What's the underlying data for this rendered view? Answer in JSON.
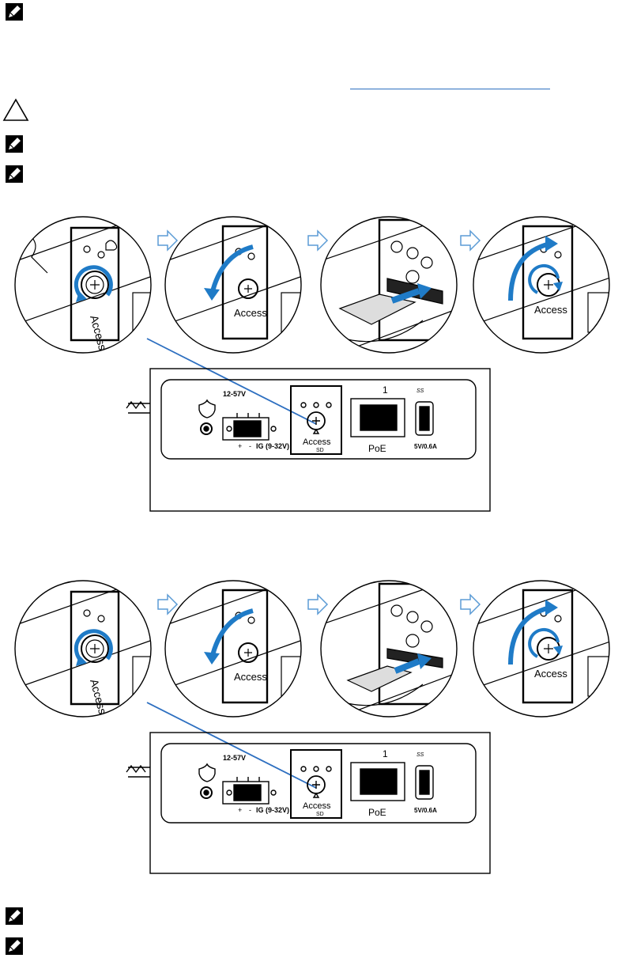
{
  "notes": {
    "top_note_icon": "pencil-note-icon",
    "caution_icon": "caution-triangle-icon",
    "bottom_note_icon": "pencil-note-icon"
  },
  "device": {
    "power_label": "12-57V",
    "ig_label": "IG (9-32V)",
    "plus": "+",
    "minus": "-",
    "access_label": "Access",
    "sd_label": "SD",
    "poe_label": "PoE",
    "lan_number": "1",
    "usb_logo": "SS",
    "usb_rating": "5V/0.6A"
  }
}
